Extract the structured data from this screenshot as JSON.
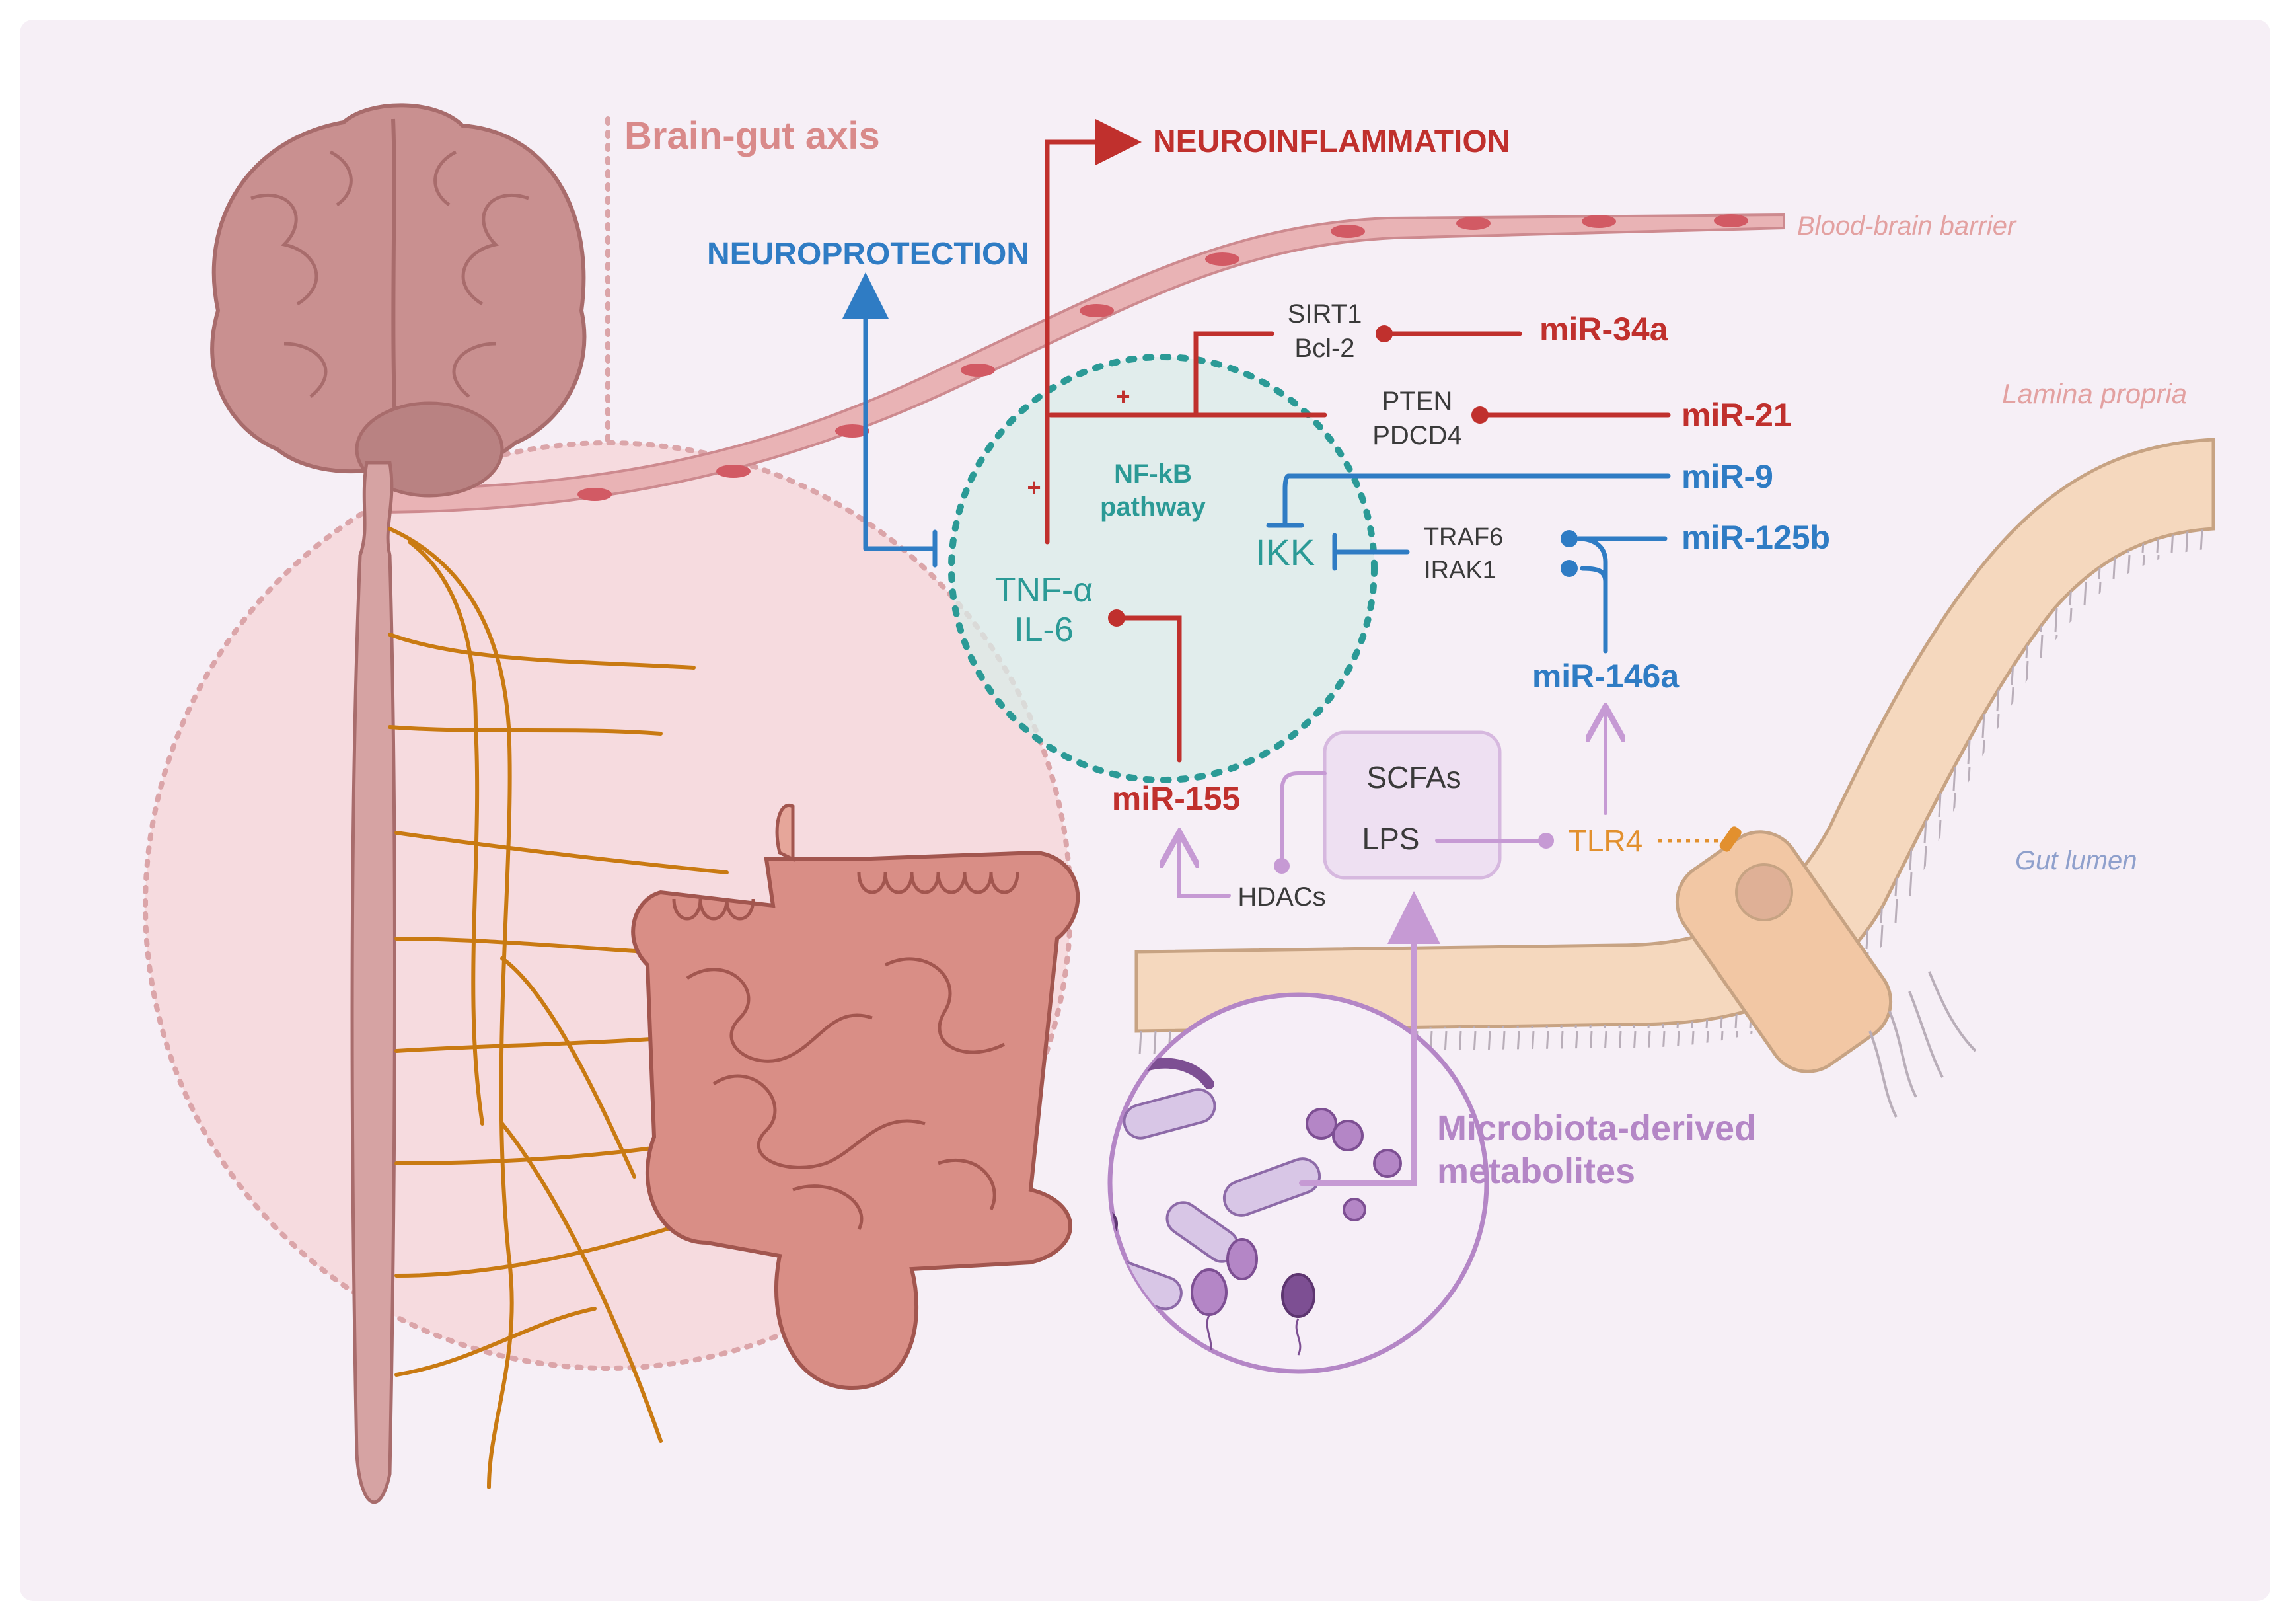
{
  "labels": {
    "brain_gut_axis": "Brain-gut axis",
    "neuroinflammation": "NEUROINFLAMMATION",
    "neuroprotection": "NEUROPROTECTION",
    "bbb": "Blood-brain barrier",
    "lamina_propria": "Lamina propria",
    "gut_lumen": "Gut lumen",
    "nfkb_line1": "NF-kB",
    "nfkb_line2": "pathway",
    "tnf": "TNF-α",
    "il6": "IL-6",
    "ikk": "IKK",
    "sirt1": "SIRT1",
    "bcl2": "Bcl-2",
    "pten": "PTEN",
    "pdcd4": "PDCD4",
    "traf6": "TRAF6",
    "irak1": "IRAK1",
    "mir34a": "miR-34a",
    "mir21": "miR-21",
    "mir9": "miR-9",
    "mir125b": "miR-125b",
    "mir146a": "miR-146a",
    "mir155": "miR-155",
    "scfas": "SCFAs",
    "lps": "LPS",
    "tlr4": "TLR4",
    "hdacs": "HDACs",
    "plus1": "+",
    "plus2": "+",
    "microbiota_line1": "Microbiota-derived",
    "microbiota_line2": "metabolites"
  },
  "colors": {
    "background": "#f6eff6",
    "inflammation_red": "#c0302d",
    "protection_blue": "#2f7cc4",
    "nfkb_teal": "#2b9a96",
    "microbiota_purple": "#b486c6",
    "tlr4_orange": "#e2902e",
    "nerve_orange": "#c97a12",
    "brain_pink": "#c99090"
  },
  "icons": [
    "brain-icon",
    "spinal-cord-icon",
    "intestine-icon",
    "bacteria-icon",
    "epithelial-cell-icon"
  ]
}
